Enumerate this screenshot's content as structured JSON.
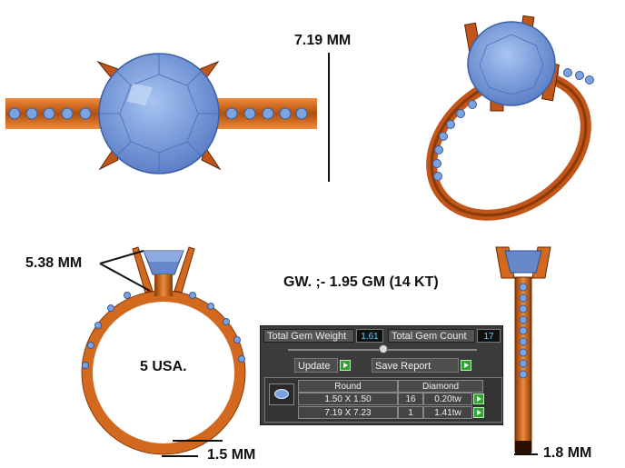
{
  "dimensions": {
    "top_height": "7.19 MM",
    "head_width": "5.38 MM",
    "shank_bottom": "1.5 MM",
    "shank_side": "1.8 MM"
  },
  "gold_weight": "GW. ;- 1.95 GM (14 KT)",
  "ring_size": "5 USA.",
  "report": {
    "total_gem_weight_label": "Total Gem Weight",
    "total_gem_weight": "1.61",
    "total_gem_count_label": "Total Gem Count",
    "total_gem_count": "17",
    "update_label": "Update",
    "save_report_label": "Save Report",
    "columns": [
      "Round",
      "Diamond"
    ],
    "rows": [
      {
        "size": "1.50 X 1.50",
        "count": "16",
        "weight": "0.20tw"
      },
      {
        "size": "7.19 X 7.23",
        "count": "1",
        "weight": "1.41tw"
      }
    ]
  },
  "colors": {
    "metal": "#d2691e",
    "gem": "#7da2e0",
    "panel_bg": "#3c3c3c",
    "value_text": "#5fd0ff",
    "play_button": "#2fa52f"
  },
  "icons": [
    "gem-thumbnail-icon",
    "slider-knob-icon",
    "play-arrow-icon"
  ]
}
